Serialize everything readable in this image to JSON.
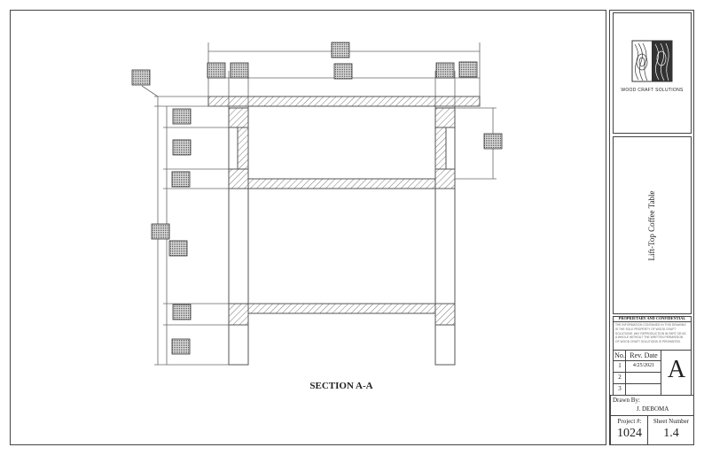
{
  "section_label": "SECTION A-A",
  "title_block": {
    "company_name": "WOOD CRAFT SOLUTIONS",
    "project_title": "Lift-Top Coffee Table",
    "confidential_heading": "PROPRIETARY AND CONFIDENTIAL",
    "confidential_lines": [
      "THE INFORMATION CONTAINED IN THIS DRAWING",
      "IS THE SOLE PROPERTY OF WOOD CRAFT",
      "SOLUTIONS. ANY REPRODUCTION IN PART OR AS",
      "A WHOLE WITHOUT THE WRITTEN PERMISSION",
      "OF WOOD CRAFT SOLUTIONS IS PROHIBITED."
    ],
    "revision_headers": {
      "no": "No.",
      "rev_date": "Rev. Date"
    },
    "revisions": [
      {
        "no": "1",
        "date": "4/25/2021"
      },
      {
        "no": "2",
        "date": ""
      },
      {
        "no": "3",
        "date": ""
      }
    ],
    "revision_letter": "A",
    "drawn_by_label": "Drawn By:",
    "drawn_by": "J. DEBOMA",
    "project_number_label": "Project #:",
    "project_number": "1024",
    "sheet_number_label": "Sheet Number",
    "sheet_number": "1.4"
  }
}
